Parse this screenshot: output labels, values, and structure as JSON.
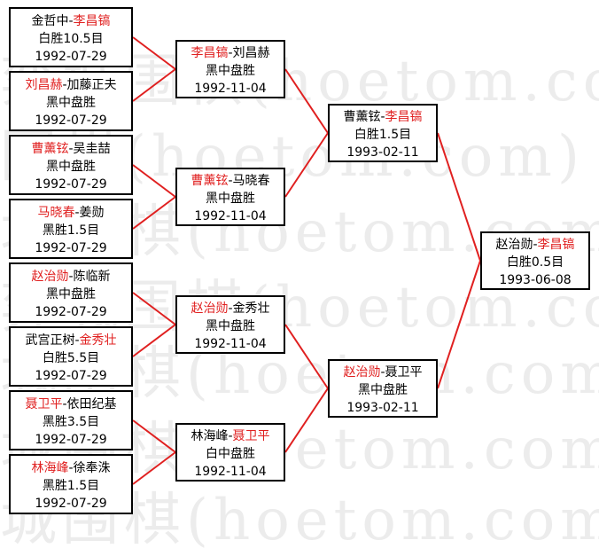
{
  "watermark": "(hoetom.com)",
  "colors": {
    "winner": "#e02020",
    "line": "#e02020",
    "border": "#000000",
    "text": "#000000"
  },
  "matches": [
    {
      "id": "r1-1",
      "p1": "金哲中",
      "p2": "李昌镐",
      "winner": 2,
      "result": "白胜10.5目",
      "date": "1992-07-29"
    },
    {
      "id": "r1-2",
      "p1": "刘昌赫",
      "p2": "加藤正夫",
      "winner": 1,
      "result": "黑中盘胜",
      "date": "1992-07-29"
    },
    {
      "id": "r1-3",
      "p1": "曹薰铉",
      "p2": "吴圭喆",
      "winner": 1,
      "result": "黑中盘胜",
      "date": "1992-07-29"
    },
    {
      "id": "r1-4",
      "p1": "马晓春",
      "p2": "姜勋",
      "winner": 1,
      "result": "黑胜1.5目",
      "date": "1992-07-29"
    },
    {
      "id": "r1-5",
      "p1": "赵治勋",
      "p2": "陈临新",
      "winner": 1,
      "result": "黑中盘胜",
      "date": "1992-07-29"
    },
    {
      "id": "r1-6",
      "p1": "武宫正树",
      "p2": "金秀壮",
      "winner": 2,
      "result": "白胜5.5目",
      "date": "1992-07-29"
    },
    {
      "id": "r1-7",
      "p1": "聂卫平",
      "p2": "依田纪基",
      "winner": 1,
      "result": "黑胜3.5目",
      "date": "1992-07-29"
    },
    {
      "id": "r1-8",
      "p1": "林海峰",
      "p2": "徐奉洙",
      "winner": 1,
      "result": "黑胜1.5目",
      "date": "1992-07-29"
    },
    {
      "id": "r2-1",
      "p1": "李昌镐",
      "p2": "刘昌赫",
      "winner": 1,
      "result": "黑中盘胜",
      "date": "1992-11-04"
    },
    {
      "id": "r2-2",
      "p1": "曹薰铉",
      "p2": "马晓春",
      "winner": 1,
      "result": "黑中盘胜",
      "date": "1992-11-04"
    },
    {
      "id": "r2-3",
      "p1": "赵治勋",
      "p2": "金秀壮",
      "winner": 1,
      "result": "黑中盘胜",
      "date": "1992-11-04"
    },
    {
      "id": "r2-4",
      "p1": "林海峰",
      "p2": "聂卫平",
      "winner": 2,
      "result": "白中盘胜",
      "date": "1992-11-04"
    },
    {
      "id": "r3-1",
      "p1": "曹薰铉",
      "p2": "李昌镐",
      "winner": 2,
      "result": "白胜1.5目",
      "date": "1993-02-11"
    },
    {
      "id": "r3-2",
      "p1": "赵治勋",
      "p2": "聂卫平",
      "winner": 1,
      "result": "黑中盘胜",
      "date": "1993-02-11"
    },
    {
      "id": "final",
      "p1": "赵治勋",
      "p2": "李昌镐",
      "winner": 2,
      "result": "白胜0.5目",
      "date": "1993-06-08"
    }
  ]
}
